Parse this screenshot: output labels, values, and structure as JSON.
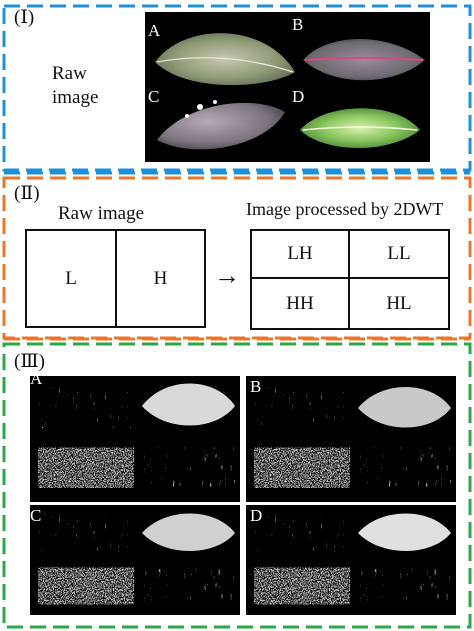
{
  "panel1": {
    "marker": "(Ⅰ)",
    "raw_label_line1": "Raw",
    "raw_label_line2": "image",
    "leaf_labels": [
      "A",
      "B",
      "C",
      "D"
    ]
  },
  "panel2": {
    "marker": "(Ⅱ)",
    "raw_title": "Raw image",
    "processed_title": "Image processed by 2DWT",
    "raw_cells": [
      "L",
      "H"
    ],
    "processed_cells": [
      "LH",
      "LL",
      "HH",
      "HL"
    ],
    "arrow": "→"
  },
  "panel3": {
    "marker": "(Ⅲ)",
    "group_labels": [
      "A",
      "B",
      "C",
      "D"
    ]
  },
  "colors": {
    "blue_dash": "#1e90d8",
    "orange_dash": "#e8772a",
    "green_dash": "#2aa84a"
  }
}
